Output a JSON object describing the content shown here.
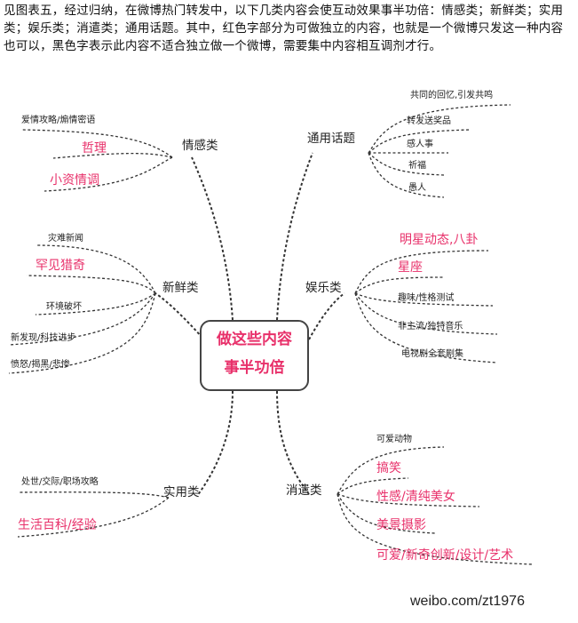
{
  "intro_text": "见图表五，经过归纳，在微博热门转发中，以下几类内容会使互动效果事半功倍：情感类；新鲜类；实用类；娱乐类；消遣类；通用话题。其中，红色字部分为可做独立的内容，也就是一个微博只发这一种内容也可以，黑色字表示此内容不适合独立做一个微博，需要集中内容相互调剂才行。",
  "colors": {
    "red_text": "#e8306a",
    "black_text": "#222222",
    "line": "#333333"
  },
  "center": {
    "line1": "做这些内容",
    "line2": "事半功倍"
  },
  "branches": {
    "emotion": {
      "title": "情感类",
      "items": [
        "爱情攻略/煽情密语",
        "哲理",
        "小资情调"
      ]
    },
    "fresh": {
      "title": "新鲜类",
      "items": [
        "灾难新闻",
        "罕见猎奇",
        "环境破坏",
        "新发现/科技进步",
        "愤怒/揭黑/悲惨"
      ]
    },
    "practical": {
      "title": "实用类",
      "items": [
        "处世/交际/职场攻略",
        "生活百科/经验"
      ]
    },
    "topic": {
      "title": "通用话题",
      "items": [
        "共同的回忆,引发共鸣",
        "转发送奖品",
        "感人事",
        "祈福",
        "愚人"
      ]
    },
    "entertainment": {
      "title": "娱乐类",
      "items": [
        "明星动态,八卦",
        "星座",
        "趣味/性格测试",
        "非主流/独特音乐",
        "电视剧全套剧集"
      ]
    },
    "pastime": {
      "title": "消遣类",
      "items": [
        "可爱动物",
        "搞笑",
        "性感/清纯美女",
        "美景摄影",
        "可爱/新奇创新/设计/艺术"
      ]
    }
  },
  "watermark": "weibo.com/zt1976"
}
